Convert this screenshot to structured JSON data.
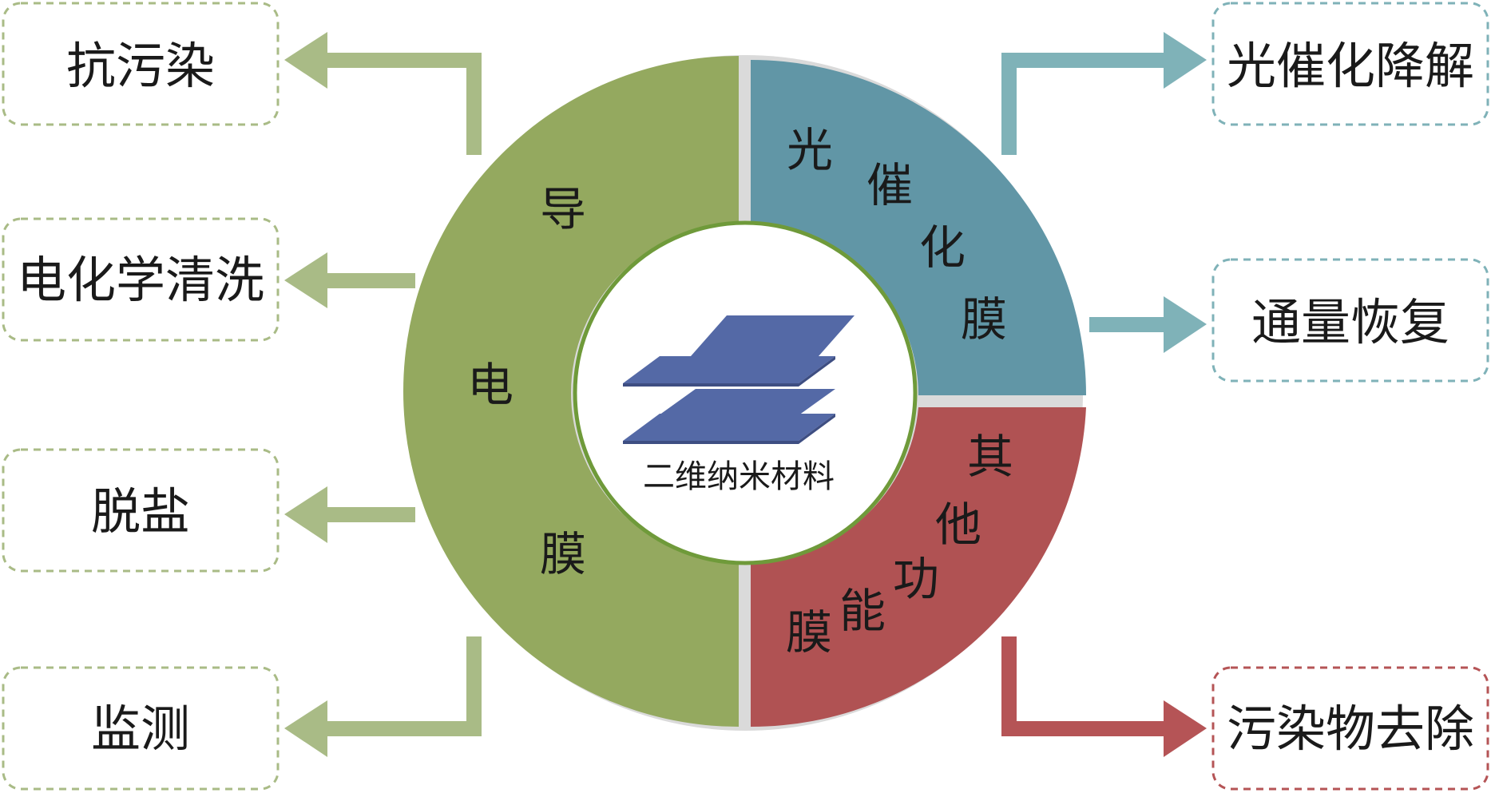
{
  "center": {
    "label": "二维纳米材料"
  },
  "segments": {
    "conductive": {
      "chars": [
        "导",
        "电",
        "膜"
      ],
      "color": "#94a95f"
    },
    "photocatalytic": {
      "chars": [
        "光",
        "催",
        "化",
        "膜"
      ],
      "color": "#6196a6"
    },
    "other": {
      "chars": [
        "其",
        "他",
        "功",
        "能",
        "膜"
      ],
      "color": "#b05253"
    }
  },
  "left_boxes": [
    {
      "label": "抗污染"
    },
    {
      "label": "电化学清洗"
    },
    {
      "label": "脱盐"
    },
    {
      "label": "监测"
    }
  ],
  "right_boxes": [
    {
      "label": "光催化降解"
    },
    {
      "label": "通量恢复"
    },
    {
      "label": "污染物去除"
    }
  ],
  "colors": {
    "green_arrow": "#a9bb86",
    "green_border": "#a9bb86",
    "teal_arrow": "#7fb2b8",
    "teal_border": "#7fb2b8",
    "red_arrow": "#b55456",
    "red_border": "#b55456",
    "inner_ring": "#6f9a3a"
  }
}
